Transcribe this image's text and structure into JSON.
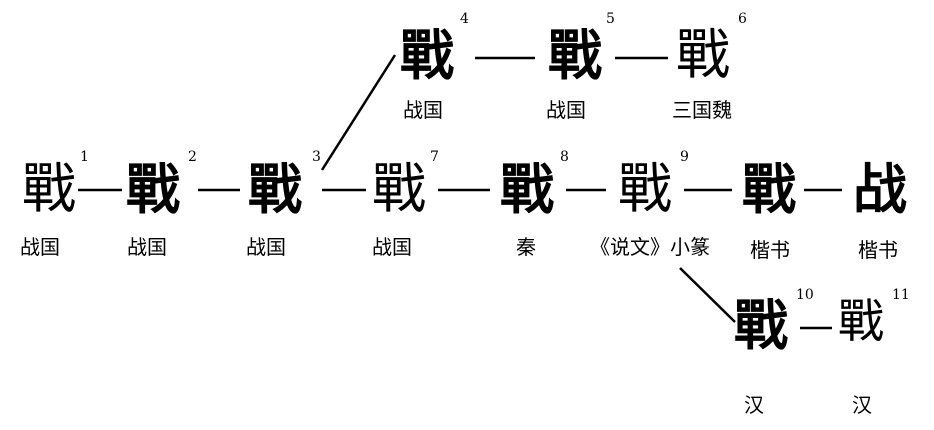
{
  "forms": [
    {
      "id": "1",
      "glyph": "戰",
      "label": "战国"
    },
    {
      "id": "2",
      "glyph": "戰",
      "label": "战国"
    },
    {
      "id": "3",
      "glyph": "戰",
      "label": "战国"
    },
    {
      "id": "4",
      "glyph": "戰",
      "label": "战国"
    },
    {
      "id": "5",
      "glyph": "戰",
      "label": "战国"
    },
    {
      "id": "6",
      "glyph": "戰",
      "label": "三国魏"
    },
    {
      "id": "7",
      "glyph": "戰",
      "label": "战国"
    },
    {
      "id": "8",
      "glyph": "戰",
      "label": "秦"
    },
    {
      "id": "9",
      "glyph": "戰",
      "label": "《说文》小篆"
    },
    {
      "id": "",
      "glyph": "戰",
      "label": "楷书"
    },
    {
      "id": "",
      "glyph": "战",
      "label": "楷书"
    },
    {
      "id": "10",
      "glyph": "戰",
      "label": "汉"
    },
    {
      "id": "11",
      "glyph": "戰",
      "label": "汉"
    }
  ]
}
